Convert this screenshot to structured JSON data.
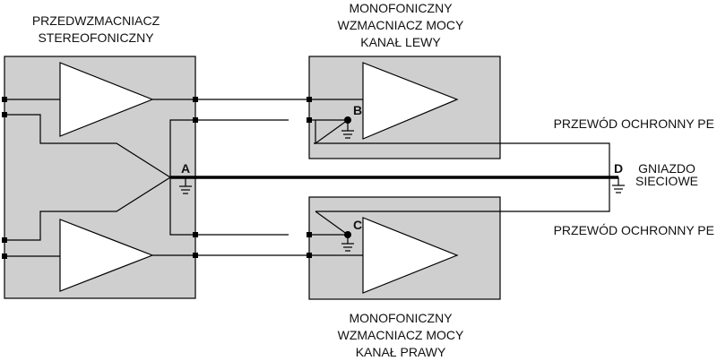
{
  "diagram": {
    "preamp": {
      "title_line1": "PRZEDWZMACNIACZ",
      "title_line2": "STEREOFONICZNY"
    },
    "amp_left": {
      "title_line1": "MONOFONICZNY",
      "title_line2": "WZMACNIACZ MOCY",
      "title_line3": "KANAŁ LEWY"
    },
    "amp_right": {
      "title_line1": "MONOFONICZNY",
      "title_line2": "WZMACNIACZ MOCY",
      "title_line3": "KANAŁ PRAWY"
    },
    "points": {
      "a": "A",
      "b": "B",
      "c": "C",
      "d": "D"
    },
    "socket": {
      "line1": "GNIAZDO",
      "line2": "SIECIOWE"
    },
    "protective_top": "PRZEWÓD OCHRONNY PE",
    "protective_bottom": "PRZEWÓD OCHRONNY PE"
  },
  "colors": {
    "block_fill": "#cfcfcf",
    "wire": "#000000",
    "background": "#ffffff"
  }
}
